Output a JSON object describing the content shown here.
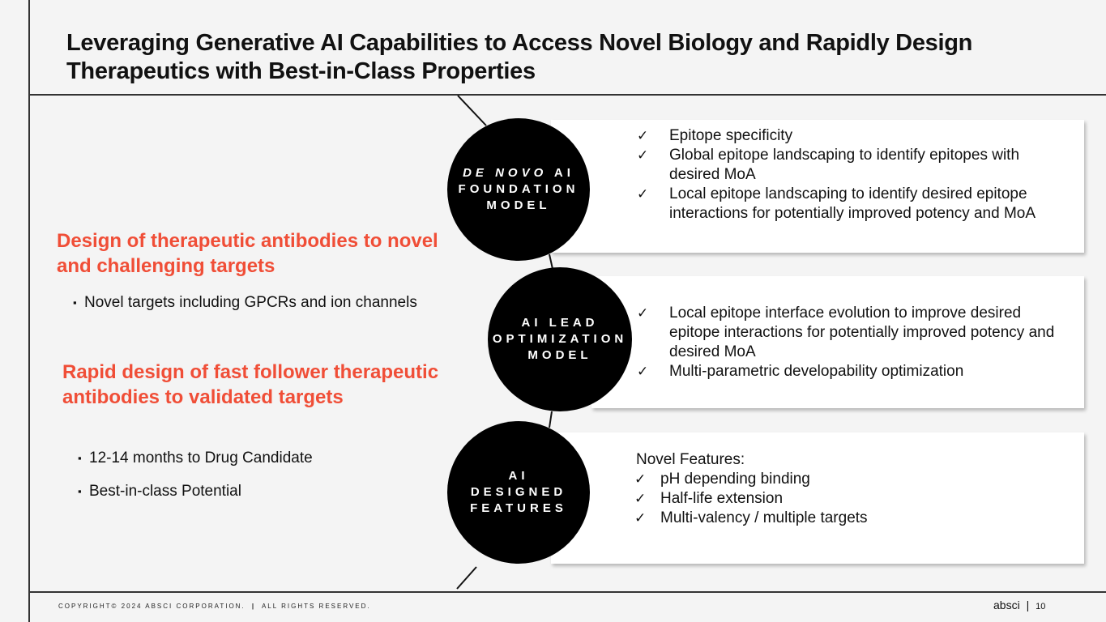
{
  "title": "Leveraging Generative AI Capabilities to Access Novel Biology and Rapidly Design Therapeutics with  Best-in-Class Properties",
  "left": {
    "heading1": "Design of therapeutic antibodies to novel and challenging targets",
    "bullet1": "Novel targets including GPCRs and ion channels",
    "heading2": "Rapid design of fast follower therapeutic antibodies to validated targets",
    "bullet2": "12-14 months to Drug Candidate",
    "bullet3": "Best-in-class Potential"
  },
  "models": [
    {
      "name_italic": "DE NOVO",
      "name_rest": " AI FOUNDATION MODEL",
      "items": [
        "Epitope specificity",
        "Global epitope landscaping to identify epitopes with desired MoA",
        "Local epitope landscaping to identify desired epitope interactions for potentially improved potency and MoA"
      ]
    },
    {
      "name": "AI LEAD OPTIMIZATION MODEL",
      "items": [
        "Local epitope interface evolution to improve desired epitope interactions for potentially improved potency and desired MoA",
        "Multi-parametric developability optimization"
      ]
    },
    {
      "name": "AI DESIGNED FEATURES",
      "intro": "Novel Features:",
      "items": [
        "pH depending binding",
        "Half-life extension",
        "Multi-valency / multiple targets"
      ]
    }
  ],
  "footer": {
    "copyright": "COPYRIGHT© 2024 ABSCI CORPORATION.",
    "rights": "ALL RIGHTS RESERVED.",
    "logo": "absci",
    "page": "10"
  }
}
